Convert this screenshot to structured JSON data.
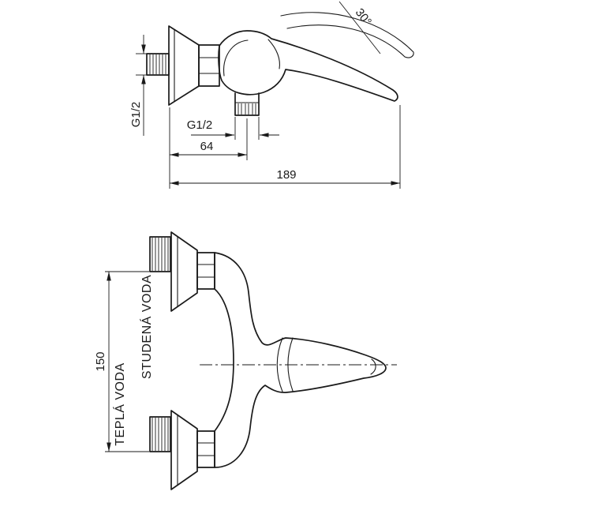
{
  "colors": {
    "line": "#1a1a1a",
    "background": "#ffffff"
  },
  "side_view": {
    "angle_label": "30°",
    "wall_thread_label": "G1/2",
    "outlet_thread_label": "G1/2",
    "outlet_offset_label": "64",
    "total_length_label": "189"
  },
  "front_view": {
    "cold_water_label": "STUDENÁ VODA",
    "hot_water_label": "TEPLÁ VODA",
    "center_distance_label": "150"
  }
}
